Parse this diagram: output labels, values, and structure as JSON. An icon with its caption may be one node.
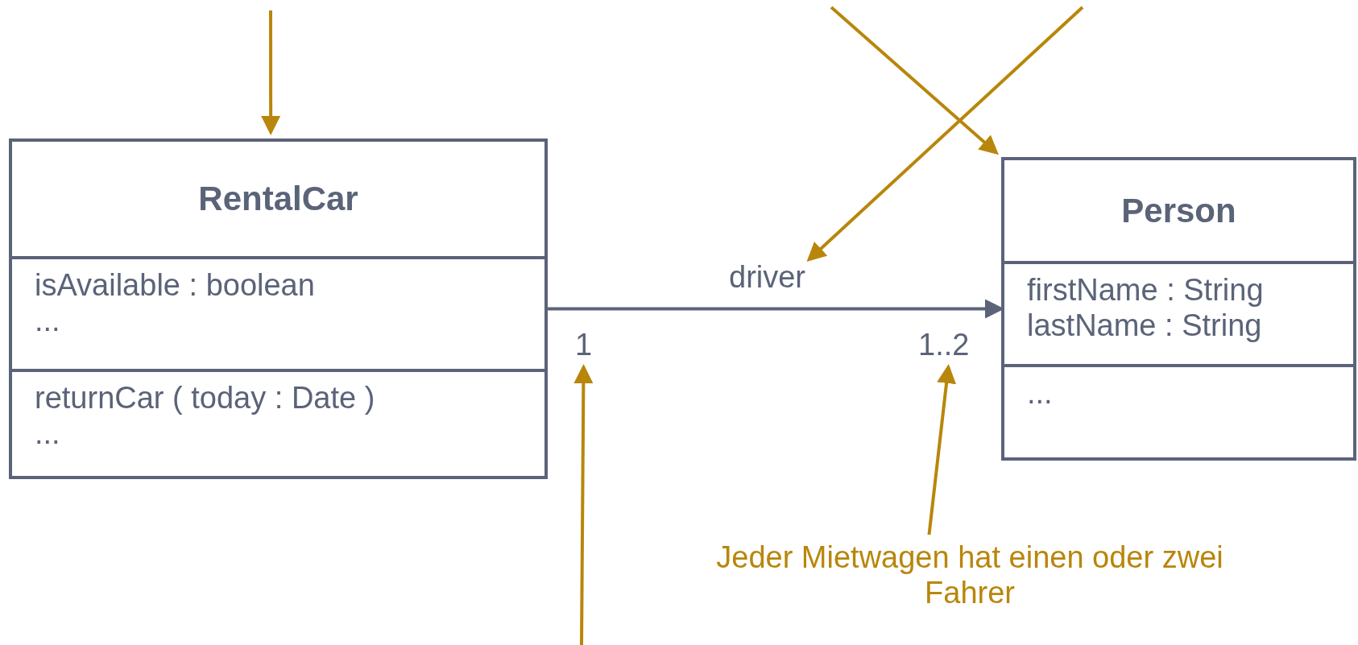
{
  "diagram": {
    "nodes": [
      {
        "text": [
          "RentalCar",
          "isAvailable : boolean",
          "...",
          "returnCar ( today : Date )",
          "..."
        ]
      },
      {
        "text": [
          "Person",
          "firstName : String",
          "lastName : String",
          "..."
        ]
      },
      {
        "text": [
          "driver"
        ]
      },
      {
        "text": [
          "1"
        ]
      },
      {
        "text": [
          "1..2"
        ]
      },
      {
        "text": [
          "Jeder Mietwagen hat einen oder zwei Fahrer"
        ]
      }
    ],
    "edges": [
      {
        "from": 0,
        "to": 1,
        "arrow": "to",
        "color": "#5a6378"
      },
      {
        "from": null,
        "to": 0,
        "arrow": "to"
      },
      {
        "from": null,
        "to": 1,
        "arrow": "to"
      },
      {
        "from": null,
        "to": 2,
        "arrow": "to"
      },
      {
        "from": null,
        "to": 3,
        "arrow": "to"
      },
      {
        "from": 5,
        "to": 4,
        "arrow": "to"
      }
    ]
  }
}
